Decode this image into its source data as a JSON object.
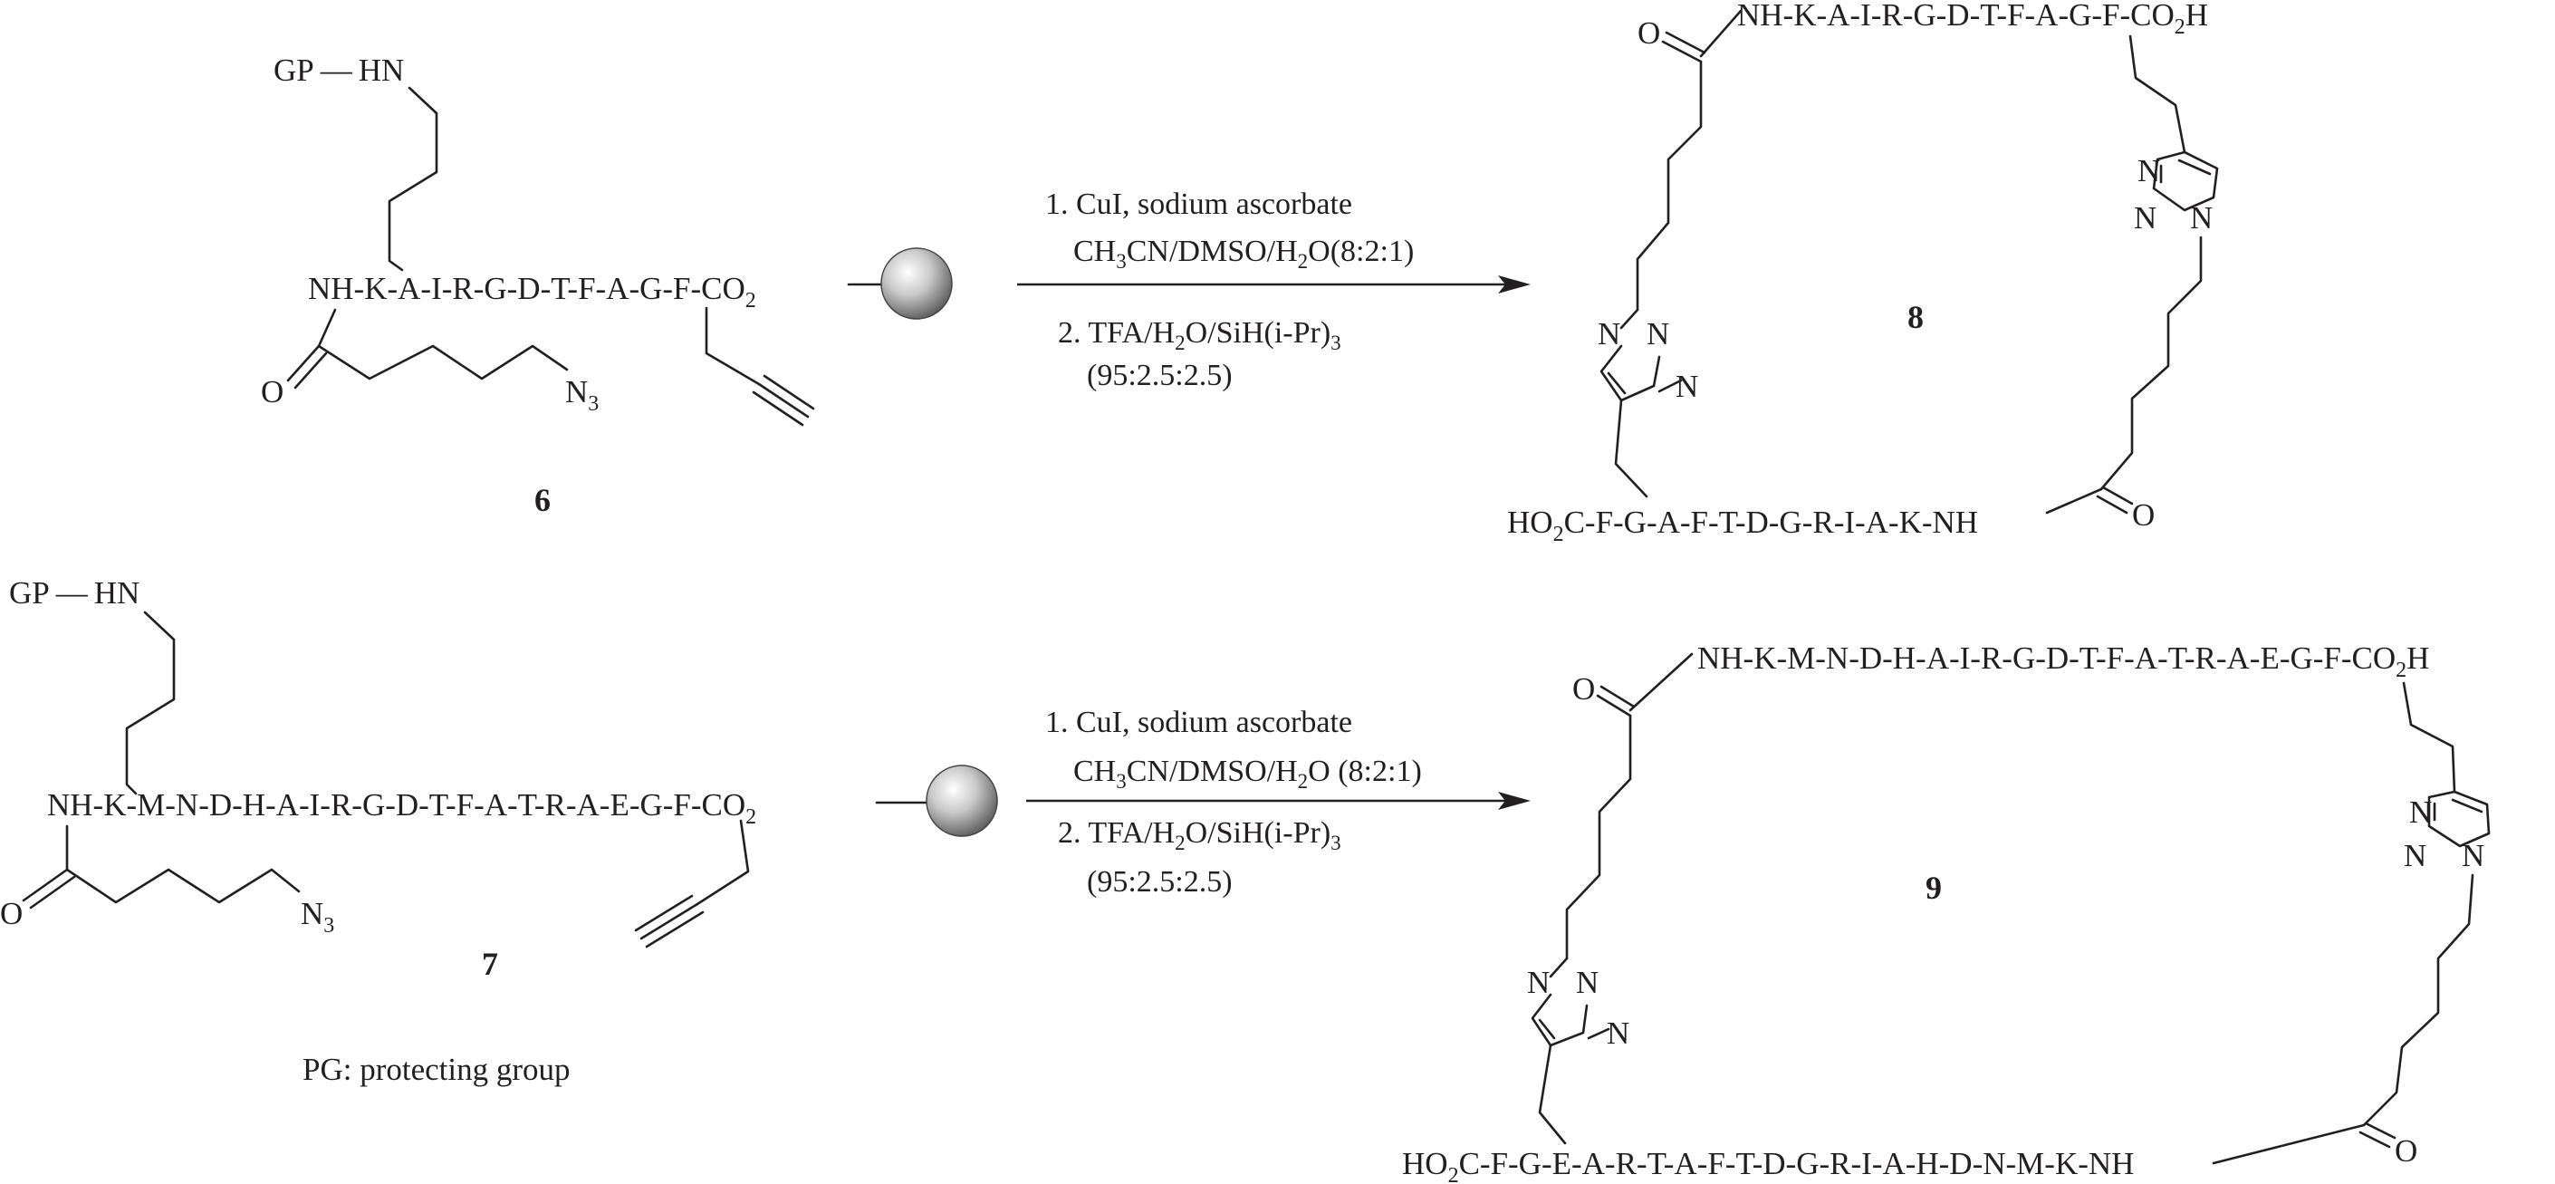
{
  "compounds": {
    "c6": {
      "number": "6",
      "protecting": "GP — HN",
      "chain_start": "NH-K-A-I-R-G-D-T-F-A-G-F-CO",
      "chain_sub": "2",
      "carbonyl_o": "O",
      "azide_n": "N",
      "azide_sub": "3"
    },
    "c7": {
      "number": "7",
      "protecting": "GP — HN",
      "chain_start": "NH-K-M-N-D-H-A-I-R-G-D-T-F-A-T-R-A-E-G-F-CO",
      "chain_sub": "2",
      "carbonyl_o": "O",
      "azide_n": "N",
      "azide_sub": "3"
    },
    "c8": {
      "number": "8",
      "top_o": "O",
      "top_chain": "NH-K-A-I-R-G-D-T-F-A-G-F-CO",
      "top_chain_sub": "2",
      "top_chain_end": "H",
      "triazole_right_n1": "N",
      "triazole_right_n2": "N",
      "triazole_right_n3": "N",
      "triazole_left_n1": "N",
      "triazole_left_n2": "N",
      "triazole_left_n3": "N",
      "bottom_chain_start": "HO",
      "bottom_chain_sub": "2",
      "bottom_chain": "C-F-G-A-F-T-D-G-R-I-A-K-NH",
      "bottom_o": "O"
    },
    "c9": {
      "number": "9",
      "top_o": "O",
      "top_chain": "NH-K-M-N-D-H-A-I-R-G-D-T-F-A-T-R-A-E-G-F-CO",
      "top_chain_sub": "2",
      "top_chain_end": "H",
      "triazole_right_n1": "N",
      "triazole_right_n2": "N",
      "triazole_right_n3": "N",
      "triazole_left_n1": "N",
      "triazole_left_n2": "N",
      "triazole_left_n3": "N",
      "bottom_chain_start": "HO",
      "bottom_chain_sub": "2",
      "bottom_chain": "C-F-G-E-A-R-T-A-F-T-D-G-R-I-A-H-D-N-M-K-NH",
      "bottom_o": "O"
    }
  },
  "reactions": {
    "r1": {
      "step1": "1. CuI, sodium ascorbate",
      "solvent_a": "CH",
      "solvent_a_sub": "3",
      "solvent_b": "CN/DMSO/H",
      "solvent_b_sub": "2",
      "solvent_c": "O(8:2:1)",
      "step2_a": "2. TFA/H",
      "step2_a_sub": "2",
      "step2_b": "O/SiH(i-Pr)",
      "step2_b_sub": "3",
      "ratio": "(95:2.5:2.5)"
    },
    "r2": {
      "step1": "1. CuI, sodium ascorbate",
      "solvent_a": "CH",
      "solvent_a_sub": "3",
      "solvent_b": "CN/DMSO/H",
      "solvent_b_sub": "2",
      "solvent_c": "O (8:2:1)",
      "step2_a": "2. TFA/H",
      "step2_a_sub": "2",
      "step2_b": "O/SiH(i-Pr)",
      "step2_b_sub": "3",
      "ratio": "(95:2.5:2.5)"
    }
  },
  "footnote": "PG: protecting group"
}
